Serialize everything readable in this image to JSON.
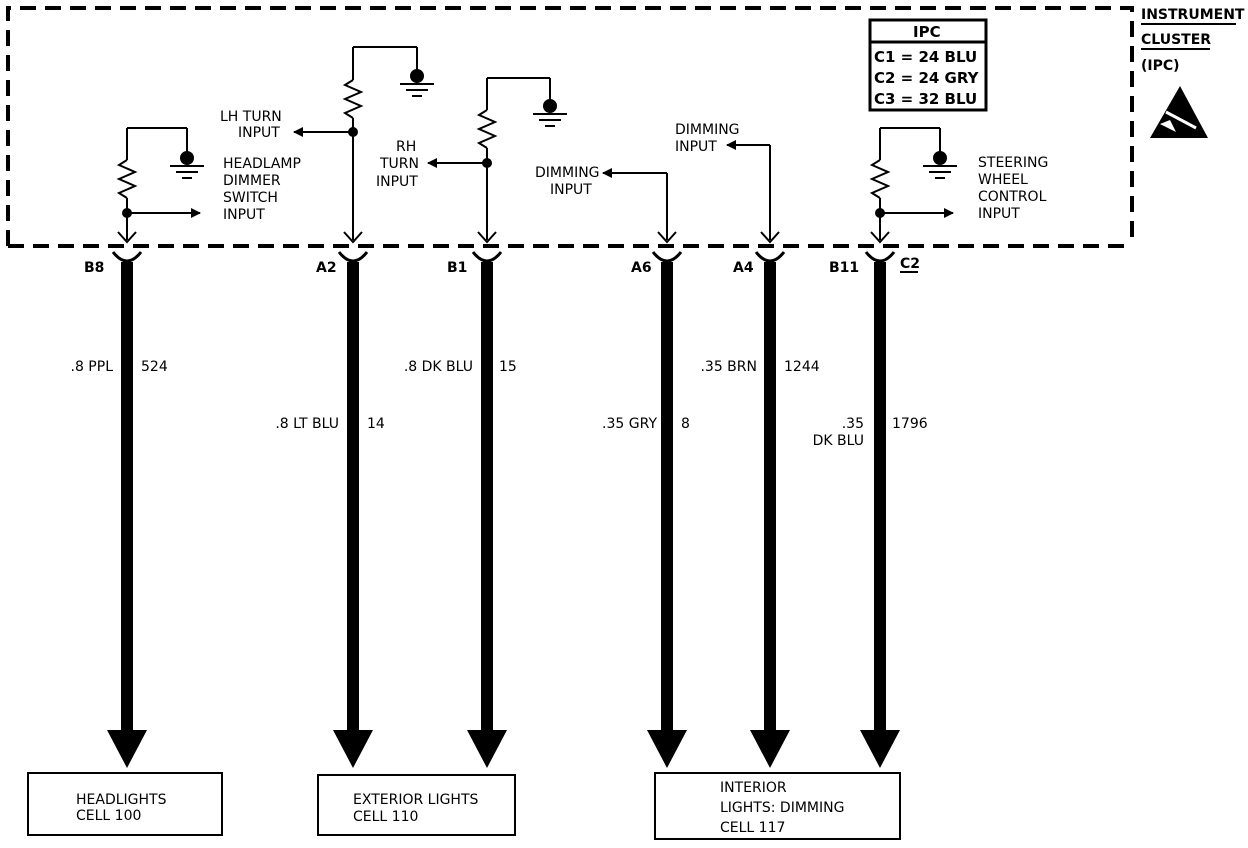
{
  "module": {
    "title_lines": [
      "INSTRUMENT",
      "CLUSTER",
      "(IPC)"
    ],
    "legend": {
      "title": "IPC",
      "rows": [
        "C1 = 24 BLU",
        "C2 = 24 GRY",
        "C3 = 32 BLU"
      ]
    },
    "connector_label": "C2"
  },
  "inputs": {
    "headlamp_dimmer": [
      "HEADLAMP",
      "DIMMER",
      "SWITCH",
      "INPUT"
    ],
    "lh_turn": [
      "LH TURN",
      "INPUT"
    ],
    "rh_turn": [
      "RH",
      "TURN",
      "INPUT"
    ],
    "dimming_a6": [
      "DIMMING",
      "INPUT"
    ],
    "dimming_a4": [
      "DIMMING",
      "INPUT"
    ],
    "steering_wheel": [
      "STEERING",
      "WHEEL",
      "CONTROL",
      "INPUT"
    ]
  },
  "circuits": [
    {
      "pin": "B8",
      "wire_color": ".8 PPL",
      "circuit": "524"
    },
    {
      "pin": "A2",
      "wire_color": ".8 LT BLU",
      "circuit": "14"
    },
    {
      "pin": "B1",
      "wire_color": ".8 DK BLU",
      "circuit": "15"
    },
    {
      "pin": "A6",
      "wire_color": ".35 GRY",
      "circuit": "8"
    },
    {
      "pin": "A4",
      "wire_color": ".35 BRN",
      "circuit": "1244"
    },
    {
      "pin": "B11",
      "wire_color_lines": [
        ".35",
        "DK BLU"
      ],
      "circuit": "1796"
    }
  ],
  "destinations": [
    {
      "lines": [
        "HEADLIGHTS",
        "CELL 100"
      ]
    },
    {
      "lines": [
        "EXTERIOR LIGHTS",
        "CELL 110"
      ]
    },
    {
      "lines": [
        "INTERIOR",
        "LIGHTS: DIMMING",
        "CELL 117"
      ]
    }
  ]
}
